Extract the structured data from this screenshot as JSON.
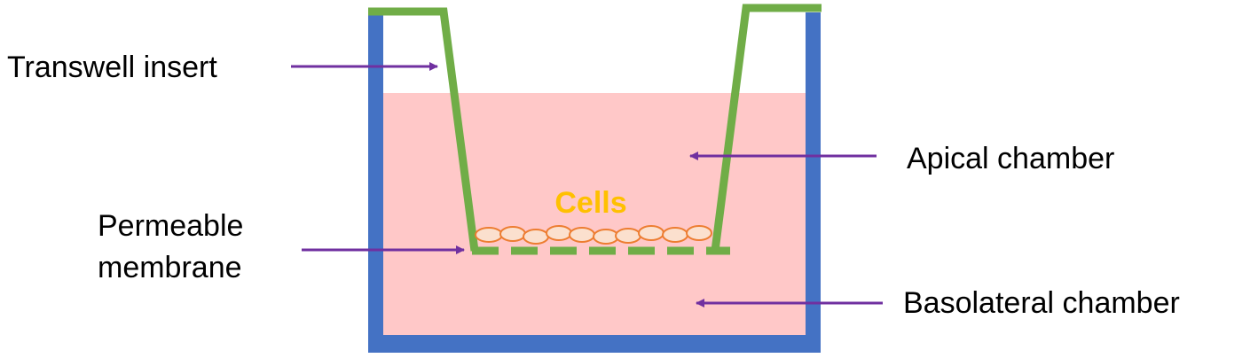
{
  "labels": {
    "transwell_insert": "Transwell insert",
    "permeable_line1": "Permeable",
    "permeable_line2": "membrane",
    "apical_chamber": "Apical chamber",
    "basolateral_chamber": "Basolateral chamber",
    "cells": "Cells"
  },
  "colors": {
    "well_wall": "#4472C4",
    "medium": "#FFC8C8",
    "insert": "#70AD47",
    "cell_fill": "#FBE0CE",
    "cell_stroke": "#ED7D31",
    "cells_label": "#FFC000",
    "arrow": "#7030A0",
    "text": "#000000"
  }
}
